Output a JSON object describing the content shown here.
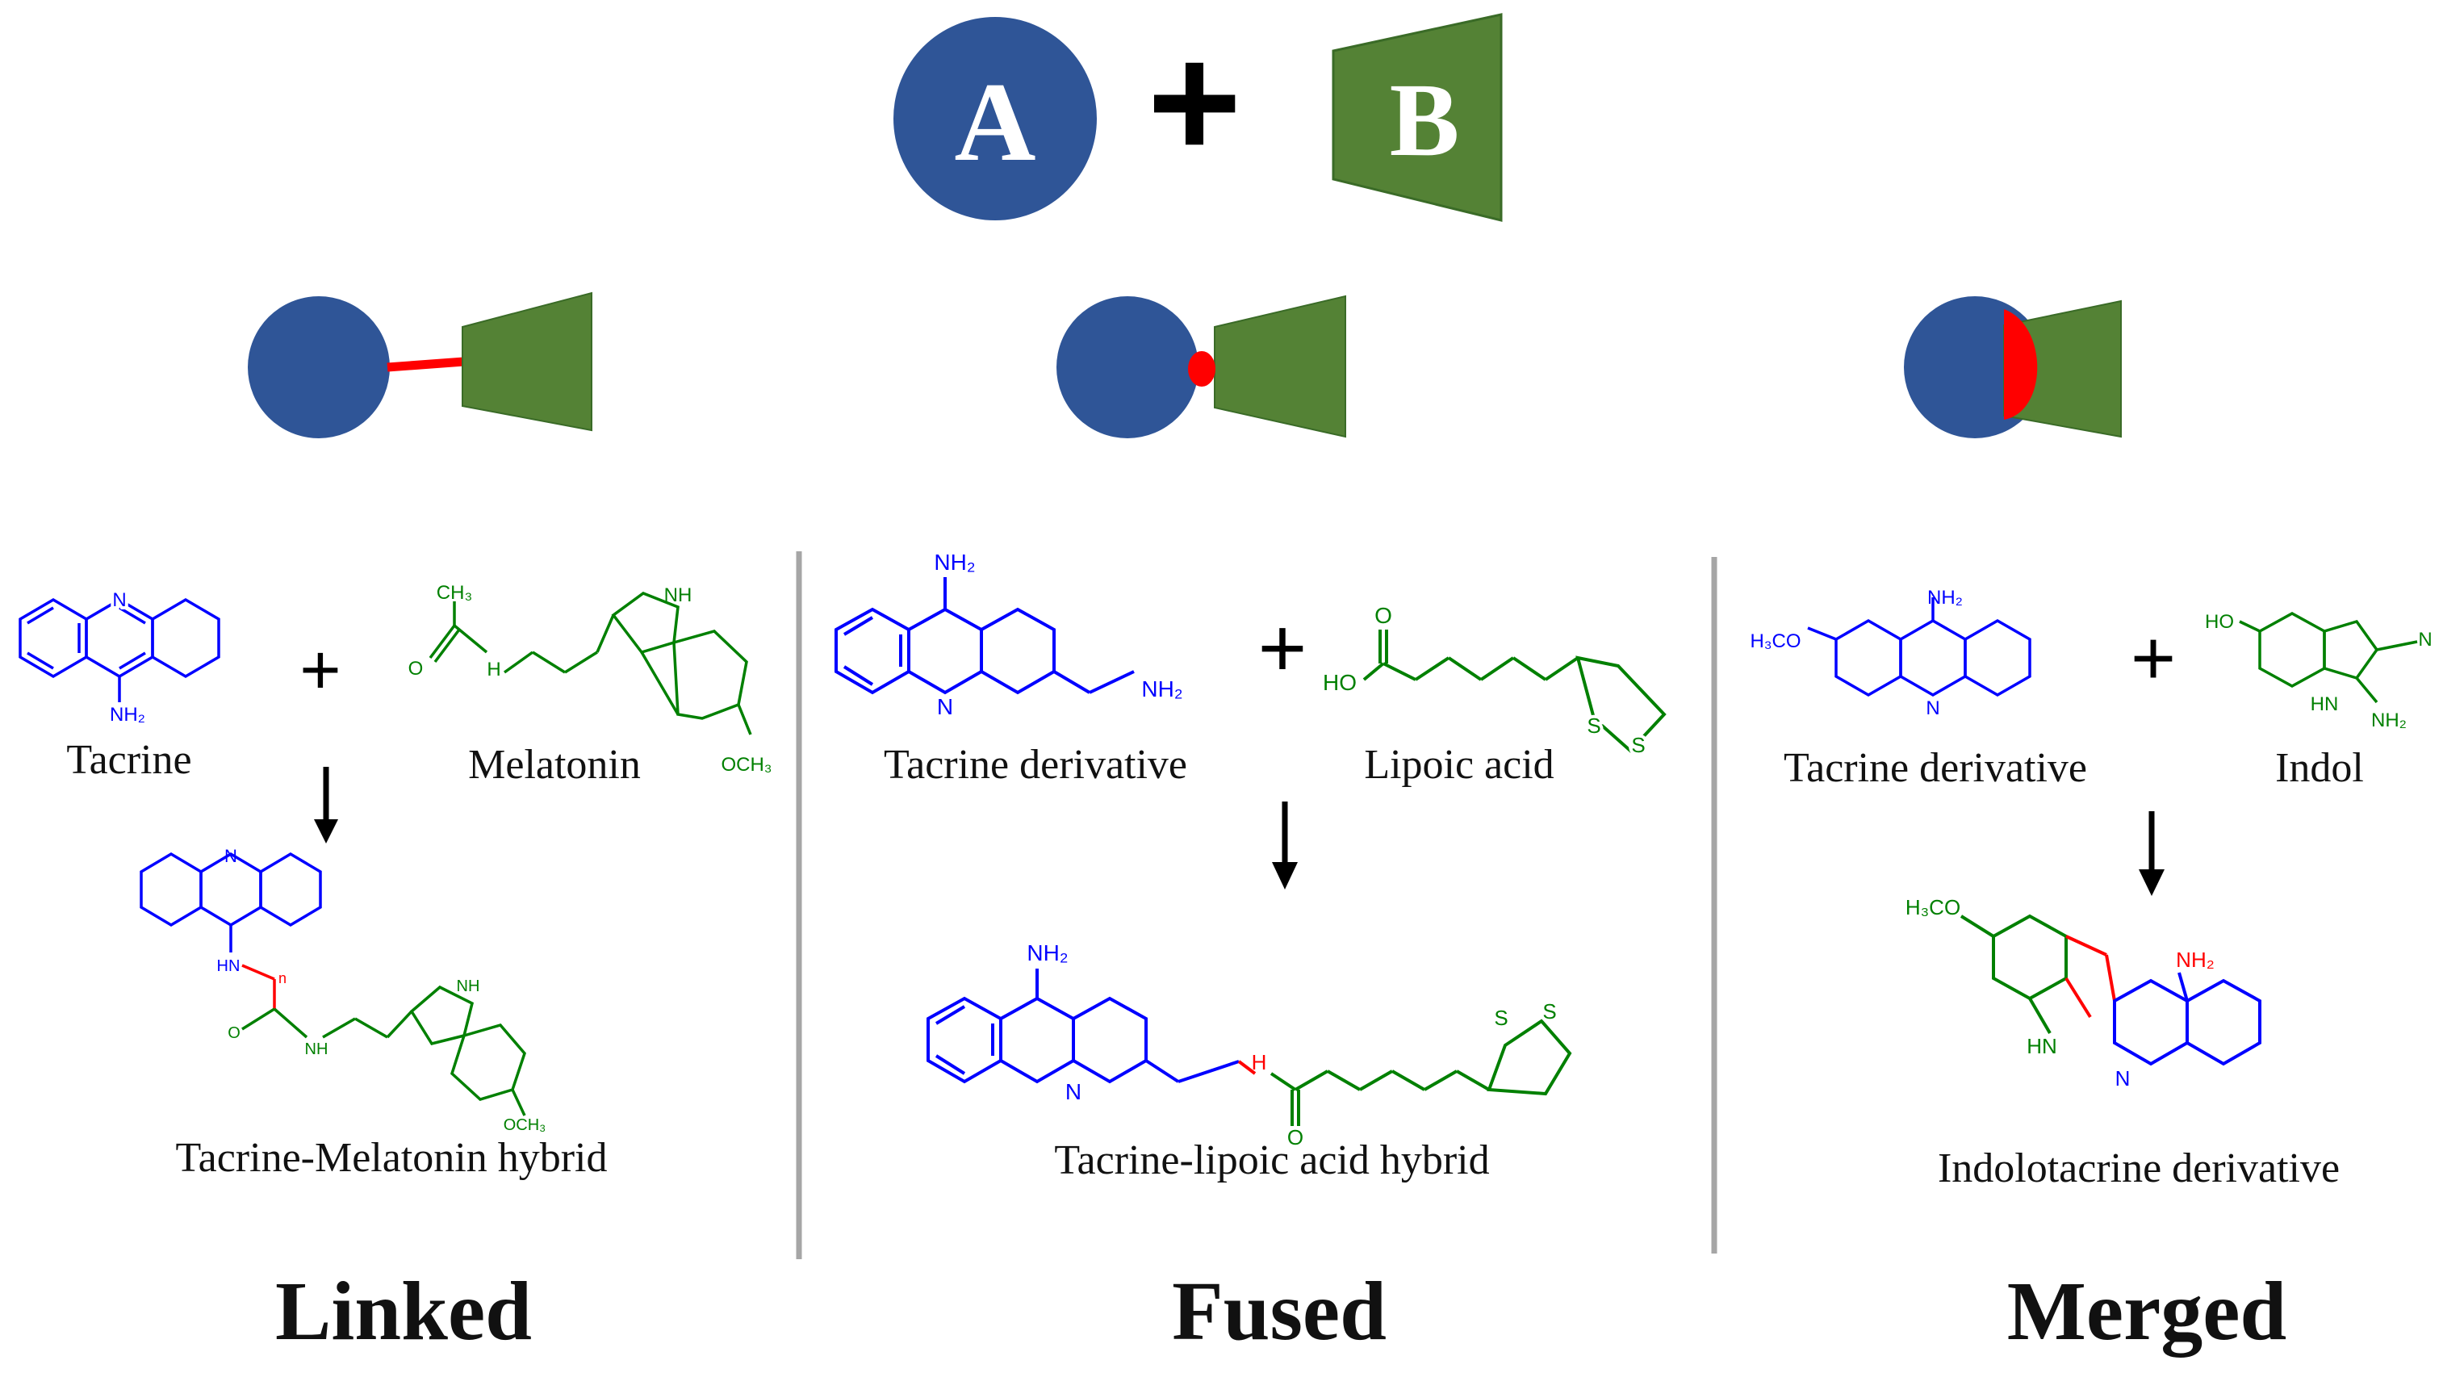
{
  "header": {
    "circle_letter": "A",
    "plus": "+",
    "trapezoid_letter": "B",
    "circle_color": "#2F5597",
    "trapezoid_color": "#548235",
    "linker_color": "#FF0000"
  },
  "panels": [
    {
      "id": "linked",
      "title": "Linked",
      "reactant1": "Tacrine",
      "reactant2": "Melatonin",
      "product": "Tacrine-Melatonin hybrid"
    },
    {
      "id": "fused",
      "title": "Fused",
      "reactant1": "Tacrine derivative",
      "reactant2": "Lipoic acid",
      "product": "Tacrine-lipoic acid hybrid"
    },
    {
      "id": "merged",
      "title": "Merged",
      "reactant1": "Tacrine derivative",
      "reactant2": "Indol",
      "product": "Indolotacrine derivative"
    }
  ],
  "atoms": {
    "N": "N",
    "NH": "NH",
    "NH2": "NH₂",
    "O": "O",
    "HO": "HO",
    "HN": "HN",
    "H": "H",
    "S": "S",
    "N_nitrile": "N",
    "OCH3": "OCH₃",
    "H3CO": "H₃CO",
    "n": "n"
  },
  "colors": {
    "tacrine": "#0000FF",
    "partner": "#008000",
    "link": "#FF0000",
    "divider": "#A6A6A6",
    "text": "#111111"
  }
}
